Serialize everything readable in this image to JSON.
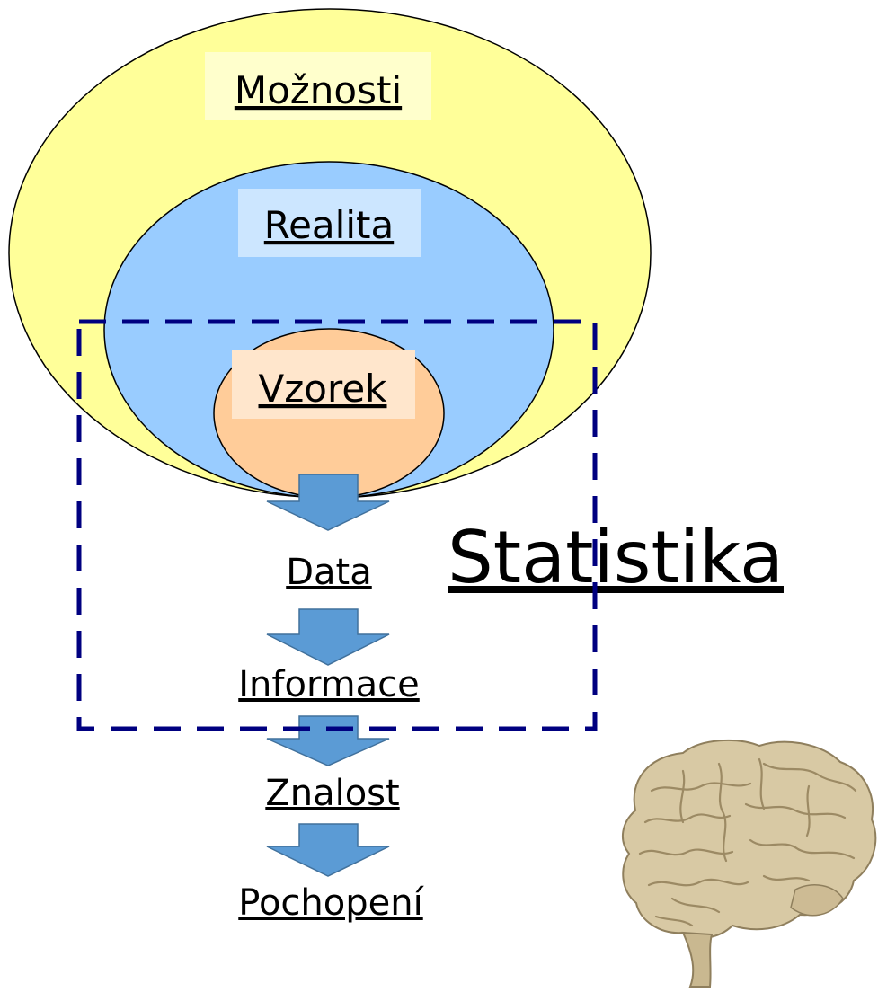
{
  "diagram": {
    "sets": {
      "outer_label": "Možnosti",
      "middle_label": "Realita",
      "inner_label": "Vzorek"
    },
    "flow": {
      "steps": [
        "Data",
        "Informace",
        "Znalost",
        "Pochopení"
      ]
    },
    "statistics_label": "Statistika",
    "colors": {
      "outer_fill": "#ffff99",
      "middle_fill": "#99ccff",
      "inner_fill": "#ffcc99",
      "label_bg_outer": "#ffffcc",
      "label_bg_middle": "#cce6ff",
      "label_bg_inner": "#ffe6cc",
      "arrow_fill": "#5b9bd5",
      "dashed_frame": "#000080",
      "brain": "#d8c9a4"
    },
    "icons": {
      "brain": "brain-icon"
    }
  }
}
